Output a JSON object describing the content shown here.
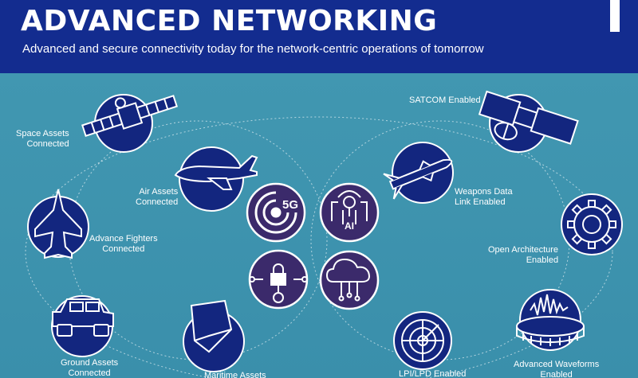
{
  "header": {
    "title": "ADVANCED NETWORKING",
    "subtitle": "Advanced and secure connectivity today for the network-centric operations of tomorrow"
  },
  "colors": {
    "header_bg": "#132c8f",
    "main_bg": "#3f95b0",
    "node_fill": "#13267f",
    "hub_fill": "#3b2a6b",
    "line": "#ffffff"
  },
  "nodes": [
    {
      "key": "space",
      "line1": "Space Assets",
      "line2": "Connected",
      "icon": "satellite-icon"
    },
    {
      "key": "air",
      "line1": "Air Assets",
      "line2": "Connected",
      "icon": "aircraft-icon"
    },
    {
      "key": "fighters",
      "line1": "Advance Fighters",
      "line2": "Connected",
      "icon": "fighter-jet-icon"
    },
    {
      "key": "ground",
      "line1": "Ground Assets",
      "line2": "Connected",
      "icon": "humvee-icon"
    },
    {
      "key": "maritime",
      "line1": "Maritime Assets",
      "line2": "",
      "icon": "ship-icon"
    },
    {
      "key": "satcom",
      "line1": "SATCOM Enabled",
      "line2": "",
      "icon": "satcom-satellite-icon"
    },
    {
      "key": "weapons",
      "line1": "Weapons Data",
      "line2": "Link Enabled",
      "icon": "missile-icon"
    },
    {
      "key": "open_arch",
      "line1": "Open Architecture",
      "line2": "Enabled",
      "icon": "gear-icon"
    },
    {
      "key": "waveforms",
      "line1": "Advanced Waveforms",
      "line2": "Enabled",
      "icon": "waveform-icon"
    },
    {
      "key": "lpi",
      "line1": "LPI/LPD Enabled",
      "line2": "",
      "icon": "radar-icon"
    }
  ],
  "hubs": [
    {
      "key": "5g",
      "label": "5G",
      "icon": "5g-icon"
    },
    {
      "key": "ai",
      "label": "AI",
      "icon": "ai-icon"
    },
    {
      "key": "security",
      "label": "",
      "icon": "padlock-icon"
    },
    {
      "key": "cloud",
      "label": "",
      "icon": "cloud-icon"
    }
  ]
}
